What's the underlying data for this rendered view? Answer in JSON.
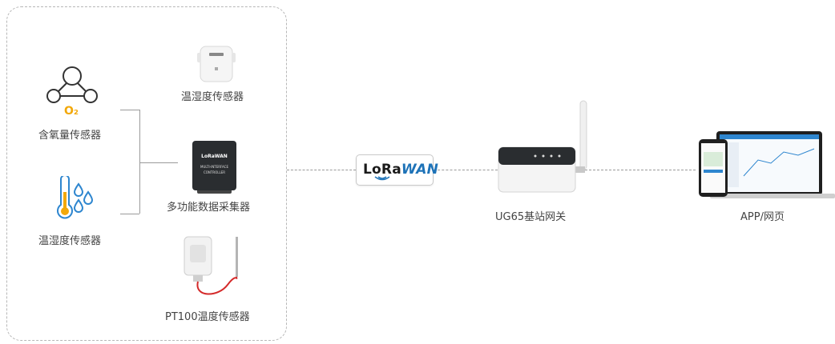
{
  "sensors_left": {
    "oxygen": {
      "label": "含氧量传感器",
      "icon": "oxygen-molecule-icon",
      "subscript": "O₂"
    },
    "temp_humidity": {
      "label": "温湿度传感器",
      "icon": "thermometer-droplets-icon"
    }
  },
  "devices_center": {
    "temp_humidity_sensor": {
      "label": "温湿度传感器"
    },
    "multi_controller": {
      "label": "多功能数据采集器",
      "device_text": {
        "top": "LoRaWAN",
        "middle": "MULTI-INTERFACE",
        "bottom": "CONTROLLER"
      }
    },
    "pt100": {
      "label": "PT100温度传感器"
    }
  },
  "lorawan": {
    "lora": "LoRa",
    "wan": "WAN"
  },
  "gateway": {
    "label": "UG65基站网关"
  },
  "app": {
    "label": "APP/网页"
  },
  "colors": {
    "accent_orange": "#f2a80a",
    "accent_blue": "#2e86cf",
    "cable_red": "#d42a2a"
  }
}
